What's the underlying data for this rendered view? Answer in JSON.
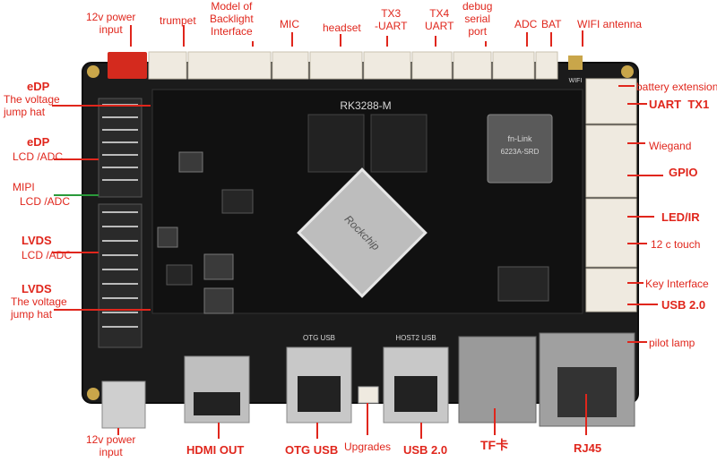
{
  "board": {
    "model": "RK3288-M",
    "cpu_marking": "Rockchip",
    "wifi_module_marking": "fn-Link",
    "wifi_module_code": "6223A-SRD",
    "ant_label": "WIFI",
    "otg_silk": "OTG USB",
    "host_silk": "HOST2 USB"
  },
  "labels": {
    "power_12v_top": "12v power\ninput",
    "trumpet": "trumpet",
    "backlight": "Model of\nBacklight\nInterface",
    "mic": "MIC",
    "headset": "headset",
    "tx3": "TX3\n-UART",
    "tx4": "TX4\nUART",
    "debug": "debug\nserial\nport",
    "adc": "ADC",
    "bat": "BAT",
    "wifi_antenna": "WIFI antenna",
    "edp_jump": "eDP",
    "voltage_jump_top": "The voltage\njump hat",
    "edp_lcd": "eDP",
    "lcd_adc_1": "LCD /ADC",
    "mipi": "MIPI",
    "lcd_adc_2": "LCD /ADC",
    "lvds_1": "LVDS",
    "lcd_adc_3": "LCD /ADC",
    "lvds_2": "LVDS",
    "voltage_jump_bottom": "The voltage\njump hat",
    "battery_ext": "battery extension",
    "uart_tx1": "UART  TX1",
    "wiegand": "Wiegand",
    "gpio": "GPIO",
    "led_ir": "LED/IR",
    "i2c_touch": "12 c touch",
    "key_interface": "Key Interface",
    "usb20_right": "USB 2.0",
    "pilot_lamp": "pilot lamp",
    "power_12v_bottom": "12v power\ninput",
    "hdmi_out": "HDMI OUT",
    "otg_usb": "OTG USB",
    "upgrades": "Upgrades",
    "usb20_bottom": "USB 2.0",
    "tf_card": "TF卡",
    "rj45": "RJ45"
  },
  "colors": {
    "label": "#e0261c",
    "pcb": "#1b1b1b",
    "connector": "#efeae0",
    "power_jack": "#d42a1e",
    "arrow_green": "#2a9a3a"
  }
}
